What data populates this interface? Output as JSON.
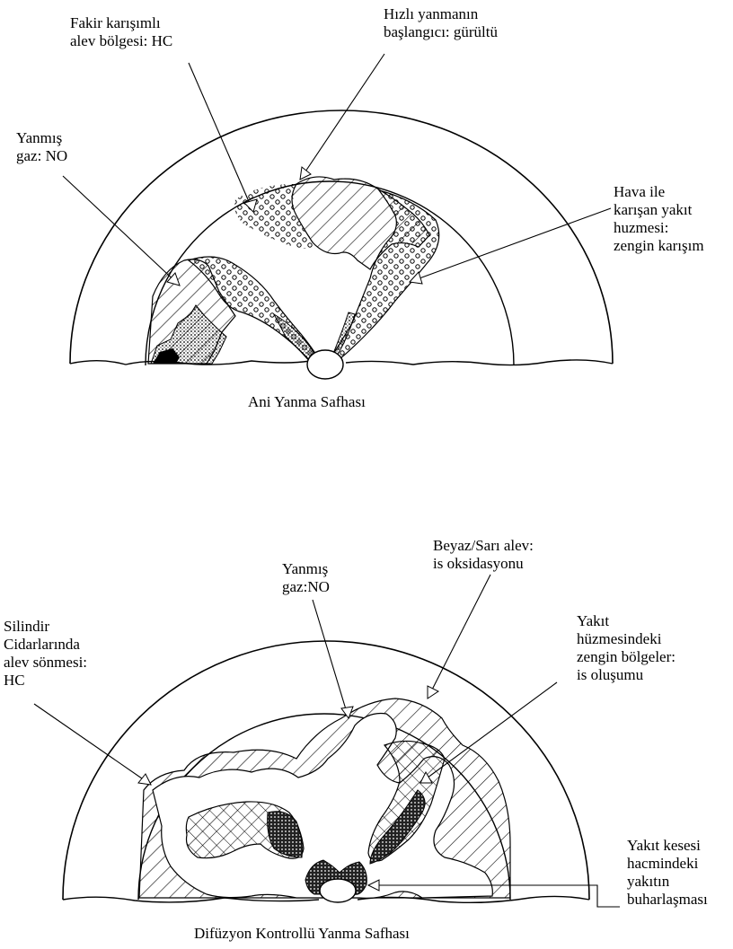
{
  "top": {
    "caption": "Ani Yanma Safhası",
    "labels": {
      "lean": [
        "Fakir karışımlı",
        "alev bölgesi: HC"
      ],
      "rapid": [
        "Hızlı yanmanın",
        "başlangıcı: gürültü"
      ],
      "burned": [
        "Yanmış",
        "gaz: NO"
      ],
      "spray": [
        "Hava ile",
        "karışan yakıt",
        "huzmesi:",
        "zengin karışım"
      ]
    }
  },
  "bottom": {
    "caption": "Difüzyon Kontrollü Yanma Safhası",
    "labels": {
      "flame": [
        "Beyaz/Sarı alev:",
        "is oksidasyonu"
      ],
      "burned": [
        "Yanmış",
        "gaz:NO"
      ],
      "wall": [
        "Silindir",
        "Cidarlarında",
        "alev sönmesi:",
        "HC"
      ],
      "rich": [
        "Yakıt",
        "hüzmesindeki",
        "zengin bölgeler:",
        "is oluşumu"
      ],
      "pocket": [
        "Yakıt kesesi",
        "hacmindeki",
        "yakıtın",
        "buharlaşması"
      ]
    }
  }
}
